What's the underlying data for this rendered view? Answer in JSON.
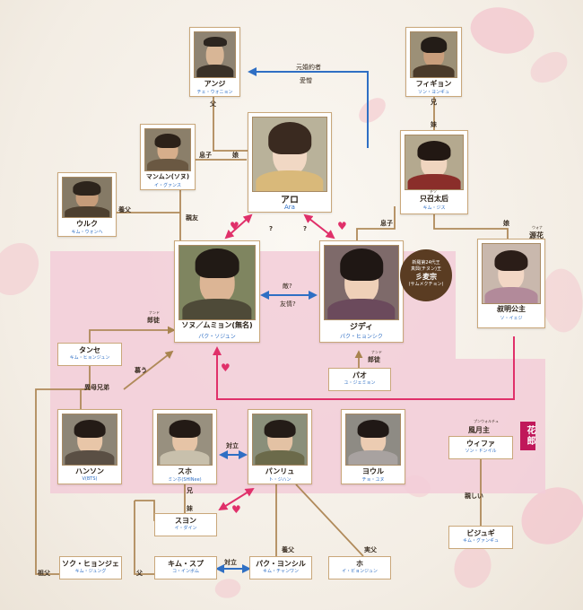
{
  "colors": {
    "line": "#b08a5a",
    "blue": "#2f6fc4",
    "pink": "#e0306a",
    "band": "#f2cdd8"
  },
  "people": {
    "anji": {
      "name": "アンジ",
      "actor": "チェ・ウォニョン"
    },
    "figyon": {
      "name": "フィギョン",
      "actor": "ソン・ヨンギュ"
    },
    "aro": {
      "name": "アロ",
      "actor": "Ara"
    },
    "manmun": {
      "name": "マンムン(ソヌ)",
      "actor": "イ・グァンス"
    },
    "jiso": {
      "name": "只召太后",
      "ruby": "チソ",
      "actor": "キム・ジス"
    },
    "uruku": {
      "name": "ウルク",
      "actor": "キム・ウォンヘ"
    },
    "sonu": {
      "name": "ソヌ／ムミョン(無名)",
      "actor": "パク・ソジュン"
    },
    "jidi": {
      "name": "ジディ",
      "actor": "パク・ヒョンシク"
    },
    "sukmyong": {
      "name": "叔明公主",
      "actor": "ソ・イェジ"
    },
    "tanse": {
      "name": "タンセ",
      "actor": "キム・ヒョンジュン"
    },
    "pao": {
      "name": "パオ",
      "actor": "ユ・ジェミョン"
    },
    "hanson": {
      "name": "ハンソン",
      "actor": "V(BTS)"
    },
    "suho": {
      "name": "スホ",
      "actor": "ミンホ(SHINee)"
    },
    "panryu": {
      "name": "パンリュ",
      "actor": "ト・ジハン"
    },
    "yoru": {
      "name": "ヨウル",
      "actor": "チョ・ユヌ"
    },
    "wifa": {
      "name": "ウィファ",
      "actor": "ソン・ドンイル"
    },
    "suyon": {
      "name": "スヨン",
      "actor": "イ・ダイン"
    },
    "bijuge": {
      "name": "ビジュギ",
      "actor": "キム・グァンギュ"
    },
    "sukhyonje": {
      "name": "ソク・ヒョンジェ",
      "actor": "キム・ジュング"
    },
    "kimsupu": {
      "name": "キム・スプ",
      "actor": "コ・インボム"
    },
    "yonsil": {
      "name": "パク・ヨンシル",
      "actor": "キム・チャンワン"
    },
    "ho": {
      "name": "ホ",
      "actor": "イ・ビョンジュン"
    }
  },
  "labels": {
    "ex_fiance": "元婚約者",
    "love_hate": "愛憎",
    "father": "父",
    "older_brother": "兄",
    "younger_sister": "妹",
    "son": "息子",
    "daughter": "娘",
    "close_friend": "親友",
    "adoptive_father": "養父",
    "disciple": "郎徒",
    "disciple_ruby": "ナンド",
    "question": "?",
    "enemy": "敵?",
    "friendship": "友情?",
    "half_brother": "異母兄弟",
    "longing": "慕う",
    "rival": "対立",
    "close": "親しい",
    "real_father": "実父",
    "grandfather": "祖父",
    "wonhwa": "源花",
    "wonhwa_ruby": "ウォナ",
    "pungwolju": "風月主",
    "pungwolju_ruby": "プンウォルチュ",
    "hwarang": "花郎"
  },
  "badge": {
    "l1": "新羅第24代王",
    "l2": "真興(チヌン)王",
    "l3": "彡麦宗",
    "l4": "(サムメクチョン)"
  }
}
